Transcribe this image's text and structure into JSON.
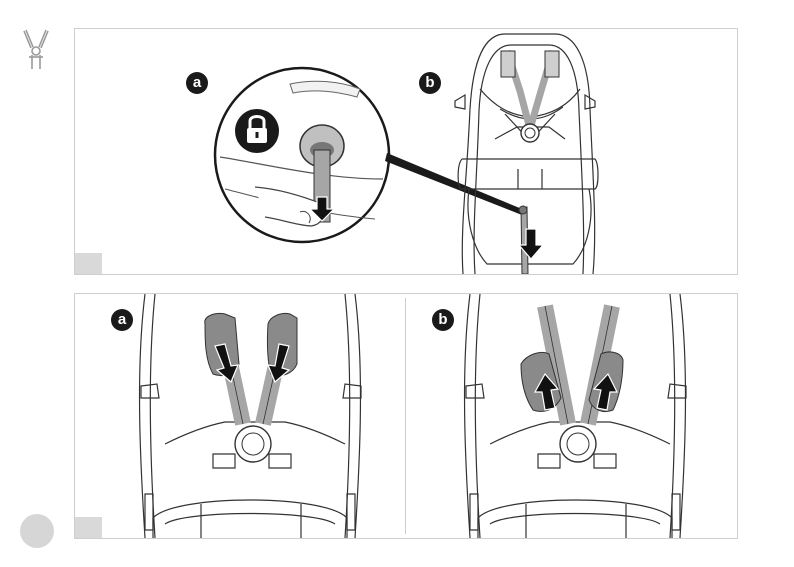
{
  "top_panel": {
    "steps": [
      {
        "label": "a"
      },
      {
        "label": "b"
      }
    ]
  },
  "bottom_panel": {
    "steps": [
      {
        "label": "a"
      },
      {
        "label": "b"
      }
    ]
  },
  "icons": {
    "header_icon": "harness-icon",
    "lock": "padlock-icon"
  },
  "colors": {
    "badge": "#1a1a1a",
    "panel_border": "#cfcfcf",
    "gray_fill": "#d9d9d9",
    "strap": "#a6a6a6",
    "pad": "#8a8a8a"
  }
}
